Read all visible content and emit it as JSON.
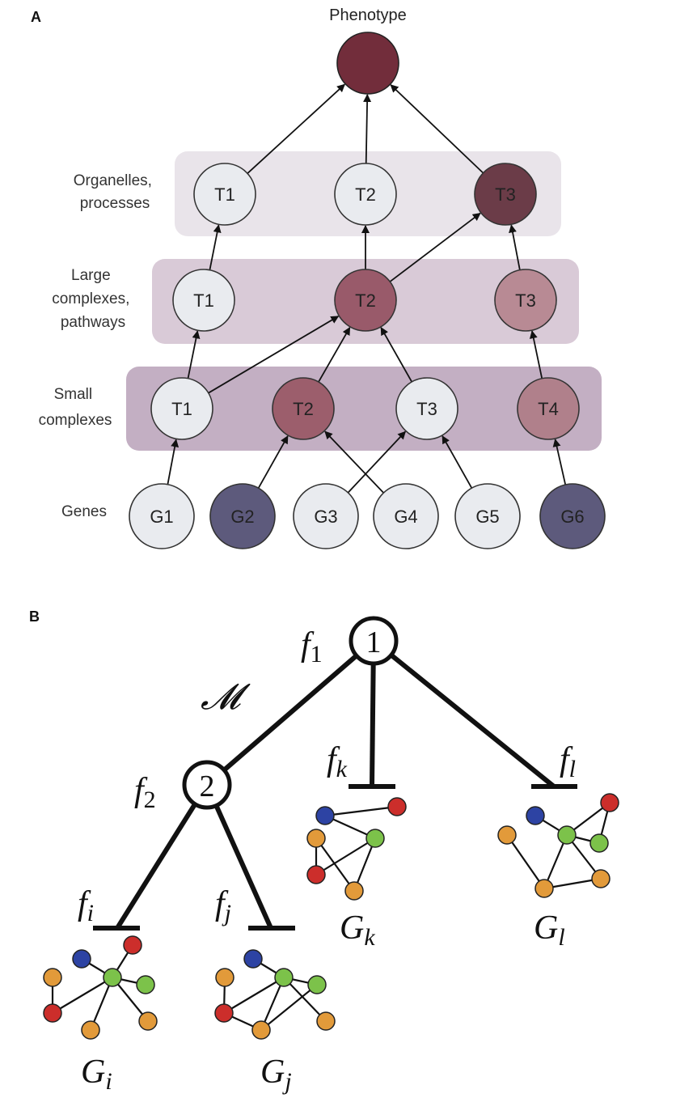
{
  "panel_a": {
    "label": "A",
    "phenotype": {
      "label": "Phenotype",
      "color": "#722d3b"
    },
    "levels": [
      {
        "id": "organelles",
        "label_lines": [
          "Organelles,",
          "processes"
        ],
        "band_color": "#e9e4ea",
        "nodes": [
          {
            "id": "T1",
            "label": "T1",
            "color": "#e9ebef"
          },
          {
            "id": "T2",
            "label": "T2",
            "color": "#e9ebef"
          },
          {
            "id": "T3",
            "label": "T3",
            "color": "#6b3c48"
          }
        ]
      },
      {
        "id": "large",
        "label_lines": [
          "Large",
          "complexes,",
          "pathways"
        ],
        "band_color": "#d9cad7",
        "nodes": [
          {
            "id": "T1",
            "label": "T1",
            "color": "#e9ebef"
          },
          {
            "id": "T2",
            "label": "T2",
            "color": "#995a6a"
          },
          {
            "id": "T3",
            "label": "T3",
            "color": "#b88a94"
          }
        ]
      },
      {
        "id": "small",
        "label_lines": [
          "Small",
          "complexes"
        ],
        "band_color": "#c3afc3",
        "nodes": [
          {
            "id": "T1",
            "label": "T1",
            "color": "#e9ebef"
          },
          {
            "id": "T2",
            "label": "T2",
            "color": "#9c5e6c"
          },
          {
            "id": "T3",
            "label": "T3",
            "color": "#e9ebef"
          },
          {
            "id": "T4",
            "label": "T4",
            "color": "#b0808b"
          }
        ]
      },
      {
        "id": "genes",
        "label_lines": [
          "Genes"
        ],
        "nodes": [
          {
            "id": "G1",
            "label": "G1",
            "color": "#e9ebef"
          },
          {
            "id": "G2",
            "label": "G2",
            "color": "#5d5a7c"
          },
          {
            "id": "G3",
            "label": "G3",
            "color": "#e9ebef"
          },
          {
            "id": "G4",
            "label": "G4",
            "color": "#e9ebef"
          },
          {
            "id": "G5",
            "label": "G5",
            "color": "#e9ebef"
          },
          {
            "id": "G6",
            "label": "G6",
            "color": "#5d5a7c"
          }
        ]
      }
    ],
    "edges": [
      [
        "genes.G1",
        "small.T1"
      ],
      [
        "genes.G2",
        "small.T2"
      ],
      [
        "genes.G3",
        "small.T3"
      ],
      [
        "genes.G4",
        "small.T2"
      ],
      [
        "genes.G5",
        "small.T3"
      ],
      [
        "genes.G6",
        "small.T4"
      ],
      [
        "small.T1",
        "large.T1"
      ],
      [
        "small.T1",
        "large.T2"
      ],
      [
        "small.T2",
        "large.T2"
      ],
      [
        "small.T3",
        "large.T2"
      ],
      [
        "small.T4",
        "large.T3"
      ],
      [
        "large.T1",
        "organelles.T1"
      ],
      [
        "large.T2",
        "organelles.T2"
      ],
      [
        "large.T2",
        "organelles.T3"
      ],
      [
        "large.T3",
        "organelles.T3"
      ],
      [
        "organelles.T1",
        "phenotype"
      ],
      [
        "organelles.T2",
        "phenotype"
      ],
      [
        "organelles.T3",
        "phenotype"
      ]
    ]
  },
  "panel_b": {
    "label": "B",
    "model_symbol": "𝓜",
    "internal_nodes": [
      {
        "id": "1",
        "label": "1",
        "f_label": "f",
        "f_sub": "1"
      },
      {
        "id": "2",
        "label": "2",
        "f_label": "f",
        "f_sub": "2"
      }
    ],
    "leaves": [
      {
        "id": "i",
        "f_label": "f",
        "f_sub": "i",
        "g_label": "G",
        "g_sub": "i"
      },
      {
        "id": "j",
        "f_label": "f",
        "f_sub": "j",
        "g_label": "G",
        "g_sub": "j"
      },
      {
        "id": "k",
        "f_label": "f",
        "f_sub": "k",
        "g_label": "G",
        "g_sub": "k"
      },
      {
        "id": "l",
        "f_label": "f",
        "f_sub": "l",
        "g_label": "G",
        "g_sub": "l"
      }
    ],
    "tree_edges": [
      [
        "1",
        "2"
      ],
      [
        "1",
        "k"
      ],
      [
        "1",
        "l"
      ],
      [
        "2",
        "i"
      ],
      [
        "2",
        "j"
      ]
    ],
    "colors": {
      "red": "#cc2e2b",
      "blue": "#2d43a3",
      "green": "#7cc24a",
      "orange": "#e29a3a"
    },
    "subgraphs": {
      "i": {
        "nodes": [
          "orange",
          "red",
          "blue",
          "red",
          "green",
          "green",
          "orange",
          "orange"
        ],
        "edges": [
          [
            0,
            1
          ],
          [
            1,
            4
          ],
          [
            2,
            4
          ],
          [
            3,
            4
          ],
          [
            4,
            5
          ],
          [
            4,
            6
          ],
          [
            4,
            7
          ]
        ]
      },
      "j": {
        "nodes": [
          "blue",
          "orange",
          "red",
          "green",
          "green",
          "orange",
          "orange"
        ],
        "edges": [
          [
            0,
            3
          ],
          [
            1,
            2
          ],
          [
            2,
            3
          ],
          [
            2,
            5
          ],
          [
            3,
            4
          ],
          [
            3,
            5
          ],
          [
            3,
            6
          ],
          [
            4,
            5
          ]
        ]
      },
      "k": {
        "nodes": [
          "red",
          "blue",
          "orange",
          "green",
          "red",
          "orange"
        ],
        "edges": [
          [
            0,
            1
          ],
          [
            1,
            3
          ],
          [
            2,
            4
          ],
          [
            2,
            5
          ],
          [
            3,
            4
          ],
          [
            3,
            5
          ]
        ]
      },
      "l": {
        "nodes": [
          "red",
          "blue",
          "orange",
          "green",
          "green",
          "orange",
          "orange"
        ],
        "edges": [
          [
            0,
            3
          ],
          [
            0,
            4
          ],
          [
            1,
            3
          ],
          [
            3,
            4
          ],
          [
            3,
            5
          ],
          [
            3,
            6
          ],
          [
            2,
            5
          ],
          [
            5,
            6
          ]
        ]
      }
    }
  }
}
